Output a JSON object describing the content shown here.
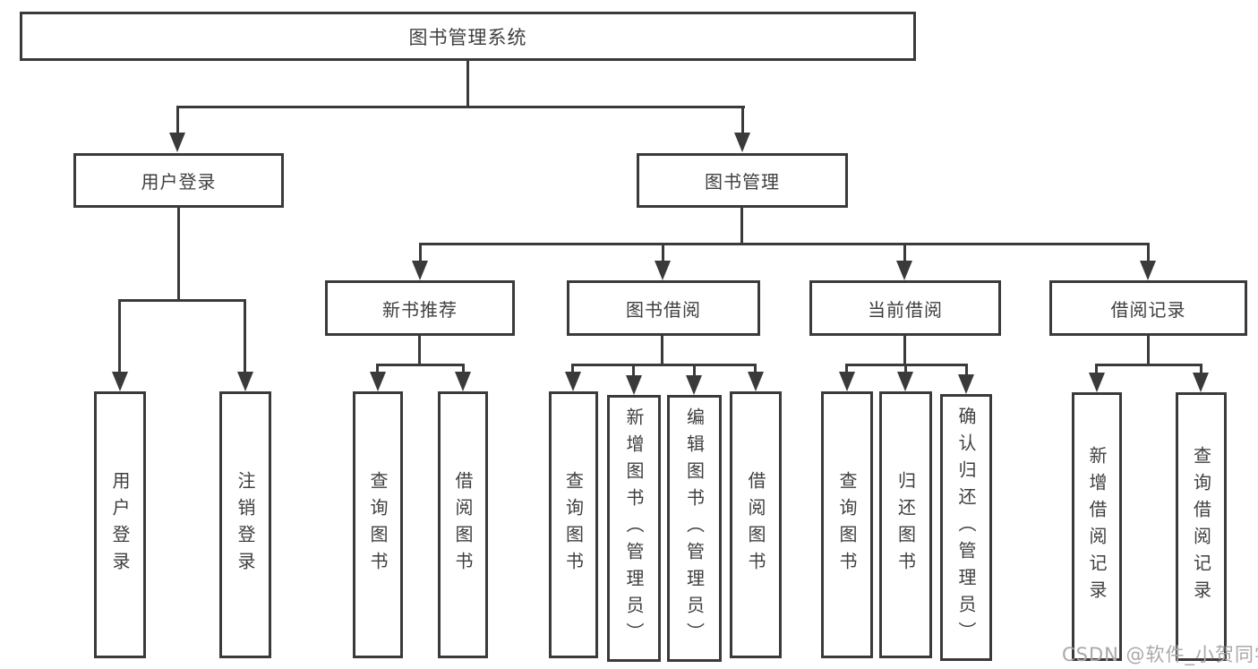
{
  "diagram": {
    "root": {
      "label": "图书管理系统",
      "children": [
        {
          "label": "用户登录",
          "children": [
            {
              "label": "用户登录"
            },
            {
              "label": "注销登录"
            }
          ]
        },
        {
          "label": "图书管理",
          "children": [
            {
              "label": "新书推荐",
              "children": [
                {
                  "label": "查询图书"
                },
                {
                  "label": "借阅图书"
                }
              ]
            },
            {
              "label": "图书借阅",
              "children": [
                {
                  "label": "查询图书"
                },
                {
                  "label": "新增图书（管理员）"
                },
                {
                  "label": "编辑图书（管理员）"
                },
                {
                  "label": "借阅图书"
                }
              ]
            },
            {
              "label": "当前借阅",
              "children": [
                {
                  "label": "查询图书"
                },
                {
                  "label": "归还图书"
                },
                {
                  "label": "确认归还（管理员）"
                }
              ]
            },
            {
              "label": "借阅记录",
              "children": [
                {
                  "label": "新增借阅记录"
                },
                {
                  "label": "查询借阅记录"
                }
              ]
            }
          ]
        }
      ]
    }
  },
  "watermark": {
    "text": "CSDN @软件_小贺同学"
  },
  "colors": {
    "line": "#3a3a3a",
    "text": "#3f3f3f",
    "watermark": "#a9a9a9",
    "background": "#ffffff"
  }
}
